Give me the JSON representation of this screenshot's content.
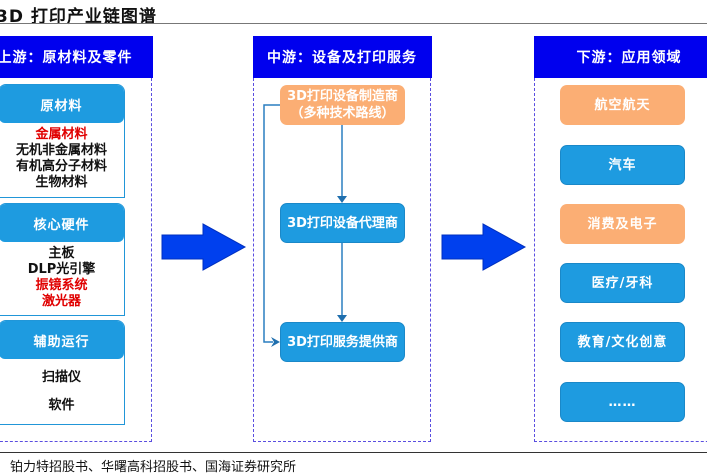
{
  "title": "3D 打印产业链图谱",
  "source": "铂力特招股书、华曙高科招股书、国海证券研究所",
  "colors": {
    "header_blue": "#0000ee",
    "box_blue": "#1e9be0",
    "box_orange": "#fbae74",
    "highlight_red": "#e00000",
    "dashed_border": "#5a4ee0"
  },
  "upstream": {
    "header": "上游：原材料及零件",
    "cards": [
      {
        "title": "原材料",
        "items": [
          {
            "text": "金属材料",
            "highlight": true
          },
          {
            "text": "无机非金属材料",
            "highlight": false
          },
          {
            "text": "有机高分子材料",
            "highlight": false
          },
          {
            "text": "生物材料",
            "highlight": false
          }
        ]
      },
      {
        "title": "核心硬件",
        "items": [
          {
            "text": "主板",
            "highlight": false
          },
          {
            "text": "DLP光引擎",
            "highlight": false
          },
          {
            "text": "振镜系统",
            "highlight": true
          },
          {
            "text": "激光器",
            "highlight": true
          }
        ]
      },
      {
        "title": "辅助运行",
        "items": [
          {
            "text": "扫描仪",
            "highlight": false
          },
          {
            "text": "软件",
            "highlight": false
          }
        ]
      }
    ]
  },
  "midstream": {
    "header": "中游：设备及打印服务",
    "nodes": [
      {
        "line1": "3D打印设备制造商",
        "line2": "（多种技术路线）",
        "style": "orange"
      },
      {
        "line1": "3D打印设备代理商",
        "style": "blue"
      },
      {
        "line1": "3D打印服务提供商",
        "style": "blue"
      }
    ]
  },
  "downstream": {
    "header": "下游：应用领域",
    "items": [
      {
        "label": "航空航天",
        "style": "orange"
      },
      {
        "label": "汽车",
        "style": "blue"
      },
      {
        "label": "消费及电子",
        "style": "orange"
      },
      {
        "label": "医疗/牙科",
        "style": "blue"
      },
      {
        "label": "教育/文化创意",
        "style": "blue"
      },
      {
        "label": "……",
        "style": "blue"
      }
    ]
  }
}
